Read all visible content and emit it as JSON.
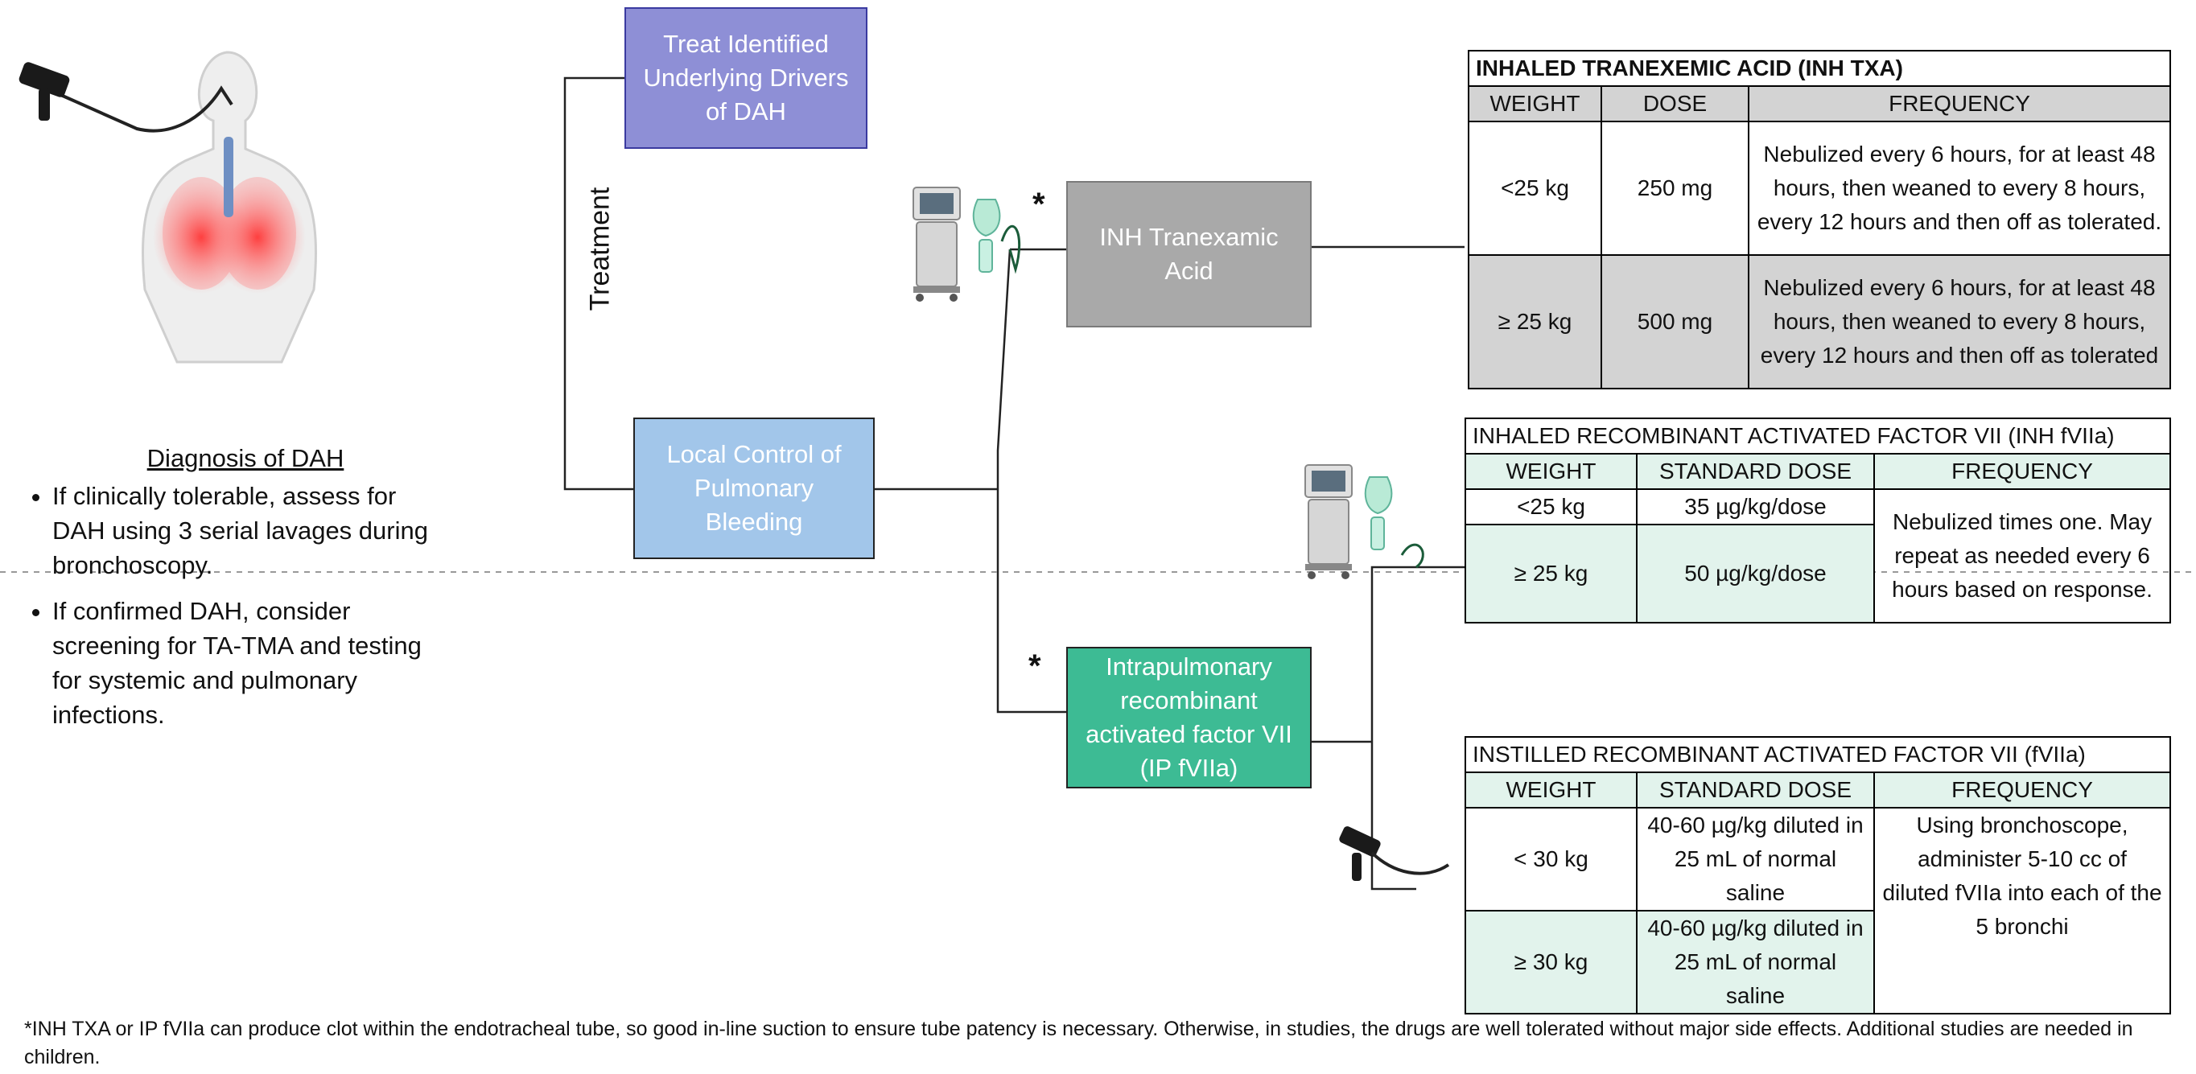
{
  "treatment_label": "Treatment",
  "nodes": {
    "treat_drivers": "Treat Identified Underlying Drivers of DAH",
    "local_control": "Local Control of Pulmonary Bleeding",
    "inh_txa": "INH Tranexamic Acid",
    "ip_fviia": "Intrapulmonary recombinant activated factor VII (IP fVIIa)"
  },
  "star": "*",
  "diagnosis": {
    "heading": "Diagnosis of DAH",
    "bullets": [
      "If clinically tolerable, assess for DAH using 3 serial lavages during bronchoscopy.",
      "If confirmed DAH, consider screening for TA-TMA and testing for systemic and pulmonary infections."
    ]
  },
  "table_txa": {
    "title": "INHALED TRANEXEMIC ACID (INH TXA)",
    "headers": [
      "WEIGHT",
      "DOSE",
      "FREQUENCY"
    ],
    "rows": [
      [
        "<25 kg",
        "250 mg",
        "Nebulized  every 6 hours, for at least 48 hours, then weaned to every 8 hours, every 12 hours and then off as tolerated."
      ],
      [
        "≥ 25 kg",
        "500 mg",
        "Nebulized  every 6 hours, for at least 48 hours, then weaned to every 8 hours, every 12 hours and then off as tolerated"
      ]
    ]
  },
  "table_inh": {
    "title": "INHALED RECOMBINANT ACTIVATED FACTOR VII (INH fVIIa)",
    "headers": [
      "WEIGHT",
      "STANDARD DOSE",
      "FREQUENCY"
    ],
    "rows": [
      [
        "<25 kg",
        "35 µg/kg/dose"
      ],
      [
        "≥ 25 kg",
        "50 µg/kg/dose"
      ]
    ],
    "frequency": "Nebulized times one. May repeat as needed every 6 hours based on response."
  },
  "table_ins": {
    "title": "INSTILLED RECOMBINANT ACTIVATED FACTOR VII (fVIIa)",
    "headers": [
      "WEIGHT",
      "STANDARD DOSE",
      "FREQUENCY"
    ],
    "rows": [
      [
        "< 30 kg",
        "40-60 µg/kg diluted in 25 mL of normal saline"
      ],
      [
        "≥ 30 kg",
        "40-60 µg/kg diluted in 25 mL of normal saline"
      ]
    ],
    "frequency": "Using bronchoscope, administer 5-10 cc of diluted fVIIa into each of the 5 bronchi"
  },
  "footnote": "*INH TXA or IP fVIIa can produce clot within the endotracheal tube, so good in-line suction to ensure tube patency is necessary. Otherwise, in studies, the drugs are well tolerated without major side effects. Additional studies are needed in children.",
  "colors": {
    "treat_drivers": "#8e8fd6",
    "local_control": "#a2c6ea",
    "inh_txa": "#a9a9a9",
    "ip_fviia": "#3dbb94",
    "table_gray": "#d3d3d3",
    "table_green": "#e2f3ec"
  },
  "icons": [
    "bronchoscope-icon",
    "lungs-body-icon",
    "ventilator-icon",
    "nebulizer-mask-icon"
  ]
}
